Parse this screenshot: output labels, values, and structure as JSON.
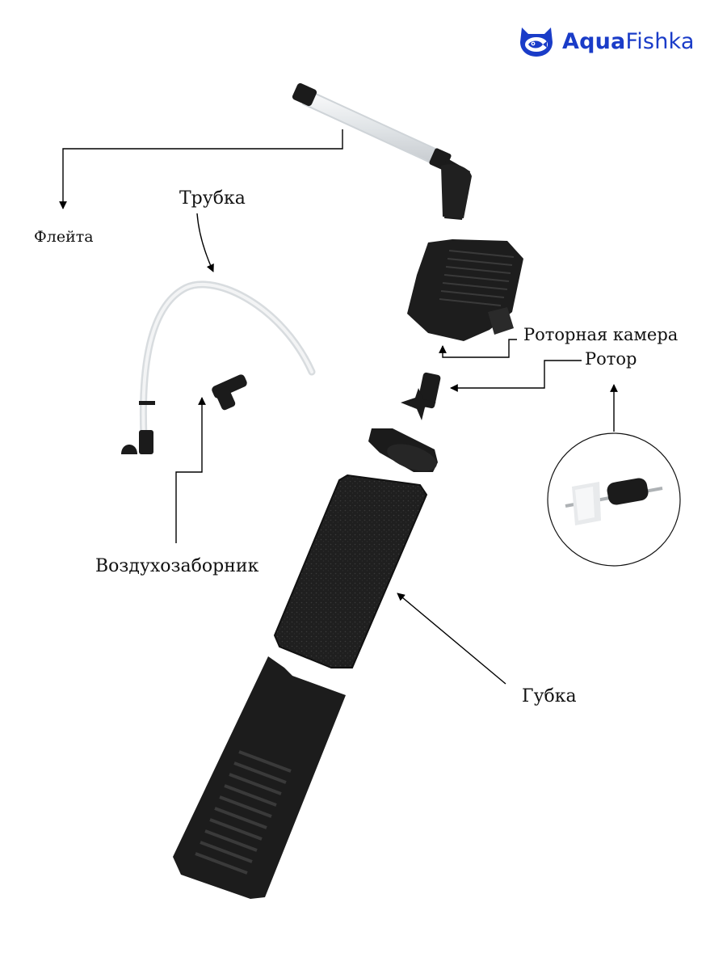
{
  "brand": {
    "name_part1": "Aqua",
    "name_part2": "Fishka",
    "logo_icon": "cat-fish-logo-icon",
    "color": "#1a3cc8"
  },
  "labels": {
    "fleita": "Флейта",
    "trubka": "Трубка",
    "vozdukhozabornik": "Воздухозаборник",
    "rotornaya_kamera": "Роторная камера",
    "rotor": "Ротор",
    "gubka": "Губка"
  },
  "colors": {
    "parts": "#1b1b1b",
    "sponge": "#222222",
    "tube": "#e9ecef",
    "lines": "#000000"
  }
}
